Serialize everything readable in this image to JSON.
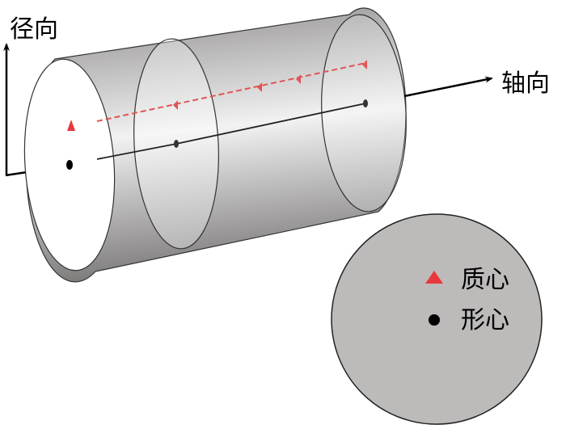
{
  "axes": {
    "radial_label": "径向",
    "axial_label": "轴向"
  },
  "legend": {
    "centroid_label": "质心",
    "geometric_center_label": "形心"
  },
  "colors": {
    "centroid": "#e8383d",
    "geometric_center": "#000000",
    "cylinder_body": "#a9a6a6",
    "legend_disc": "#bdbaba"
  }
}
